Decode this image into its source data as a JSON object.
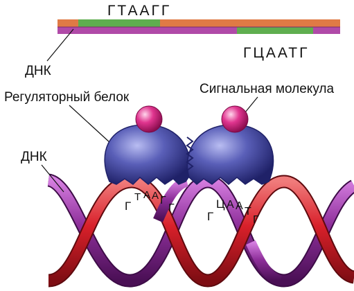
{
  "top_dna": {
    "label": "ДНК",
    "sequence_top": "ГТААГГ",
    "sequence_bottom": "ГЦААТГ"
  },
  "protein": {
    "label": "Регуляторный белок"
  },
  "signal": {
    "label": "Сигнальная молекула"
  },
  "bottom_dna": {
    "label": "ДНК",
    "site_left_letters": [
      "Г",
      "Т",
      "А",
      "А",
      "Г",
      "Г"
    ],
    "site_right_letters": [
      "Г",
      "Ц",
      "А",
      "А",
      "Т",
      "Г"
    ]
  },
  "colors": {
    "strand_red": "#d8202a",
    "strand_purple": "#8e2f9a",
    "top_strand_orange": "#e07a45",
    "binding_site_green": "#5fae4f",
    "protein_blue": "#5a5fb8",
    "signal_pink": "#e0358f"
  }
}
